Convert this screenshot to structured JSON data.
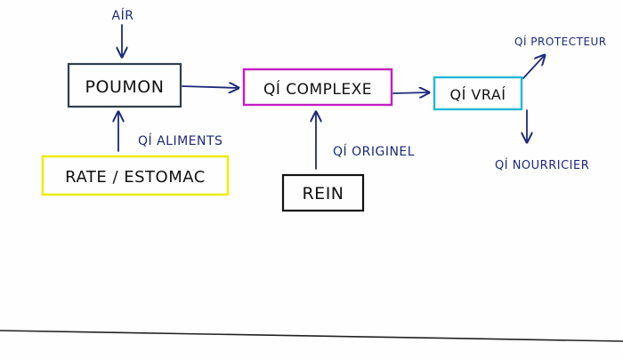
{
  "nodes": {
    "poumon": {
      "label": "POUMON",
      "color": "#2f3f4a"
    },
    "qi_complexe": {
      "label": "QÍ COMPLEXE",
      "color": "#c31fbf"
    },
    "qi_vrai": {
      "label": "QÍ VRAÍ",
      "color": "#21b8d6"
    },
    "rate_estomac": {
      "label": "RATE / ESTOMAC",
      "color": "#ecec1a"
    },
    "rein": {
      "label": "REIN",
      "color": "#111111"
    }
  },
  "flows": {
    "air": "AÍR",
    "qi_aliments": "QÍ ALIMENTS",
    "qi_originel": "QÍ ORIGINEL",
    "qi_protecteur": "QÍ PROTECTEUR",
    "qi_nourricier": "QÍ NOURRICIER"
  },
  "colors": {
    "ink": "#1c2a7a",
    "bottom_line": "#222222"
  }
}
